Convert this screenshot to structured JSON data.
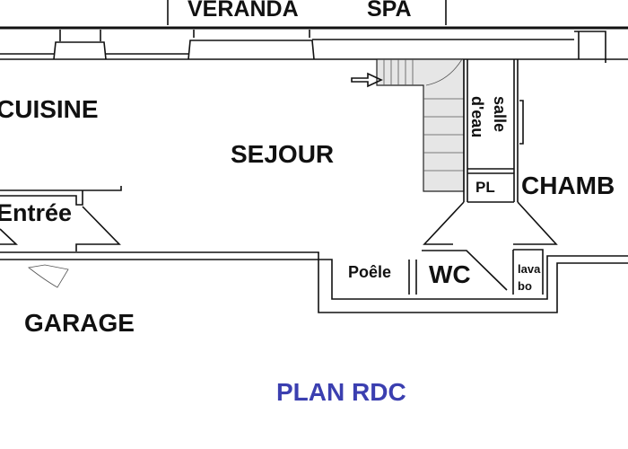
{
  "plan": {
    "title": "PLAN RDC",
    "title_color": "#3b3fb0",
    "rooms": {
      "veranda": "VERANDA",
      "spa": "SPA",
      "cuisine": "CUISINE",
      "sejour": "SEJOUR",
      "entree": "Entrée",
      "salle_line1": "salle",
      "salle_line2": "d'eau",
      "pl": "PL",
      "chambre": "CHAMB",
      "poele": "Poêle",
      "wc": "WC",
      "lavabo_line1": "lava",
      "lavabo_line2": "bo",
      "garage": "GARAGE"
    }
  }
}
